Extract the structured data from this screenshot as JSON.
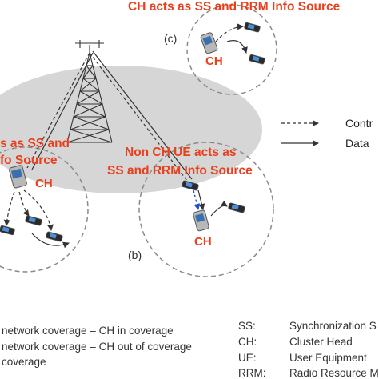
{
  "labels": {
    "top_banner": "CH acts as SS and RRM Info Source",
    "left_banner_line1": "s as SS and",
    "left_banner_line2": "fo Source",
    "middle_banner_line1": "Non CH UE acts as",
    "middle_banner_line2": "SS and RRM Info Source",
    "ch_label": "CH",
    "sub_b": "(b)",
    "sub_c": "(c)"
  },
  "legend": {
    "control": "Contr",
    "data": "Data"
  },
  "footnotes": {
    "coverage_lines": [
      "network coverage – CH in coverage",
      "network coverage – CH out of coverage",
      "coverage"
    ],
    "abbreviations": [
      {
        "abbr": "SS:",
        "full": "Synchronization S"
      },
      {
        "abbr": "CH:",
        "full": "Cluster Head"
      },
      {
        "abbr": "UE:",
        "full": "User Equipment"
      },
      {
        "abbr": "RRM:",
        "full": "Radio Resource M"
      }
    ]
  },
  "colors": {
    "accent": "#e8401c",
    "coverage_fill": "#d6d6d6",
    "cluster_border": "#8a8a8a"
  }
}
